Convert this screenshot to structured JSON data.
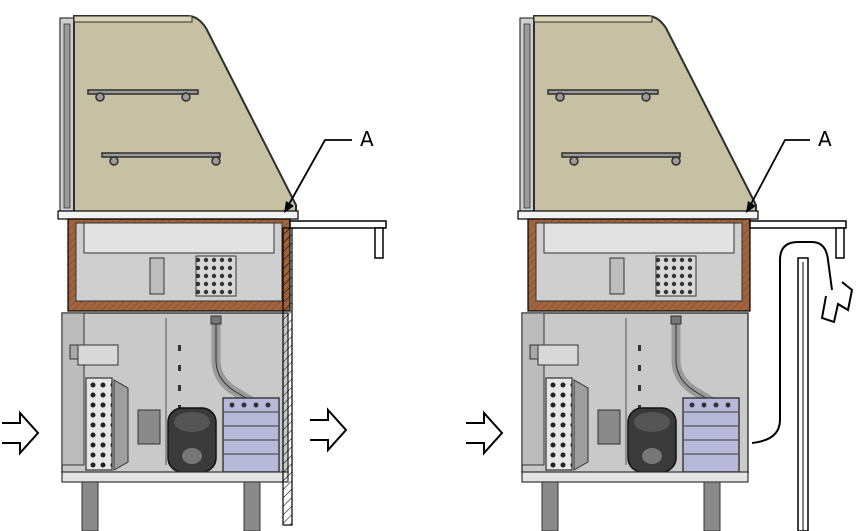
{
  "figures": [
    {
      "id": "left-unit",
      "callout": "A",
      "airflow": "horizontal-through",
      "has_wall_panel": true
    },
    {
      "id": "right-unit",
      "callout": "A",
      "airflow": "through-with-duct",
      "has_wall_panel": false
    }
  ],
  "colors": {
    "glass": "#c6c1a3",
    "glass_stroke": "#3a3a3a",
    "wood": "#a0643e",
    "metal": "#c9c9c9",
    "metal_dark": "#8a8a8a",
    "deck": "#f2f2f2",
    "coil": "#b8b8d8",
    "compressor": "#3a3a3a",
    "line": "#000000"
  },
  "icons": [
    "arrow-in-icon",
    "arrow-out-icon",
    "callout-arrow-icon"
  ]
}
